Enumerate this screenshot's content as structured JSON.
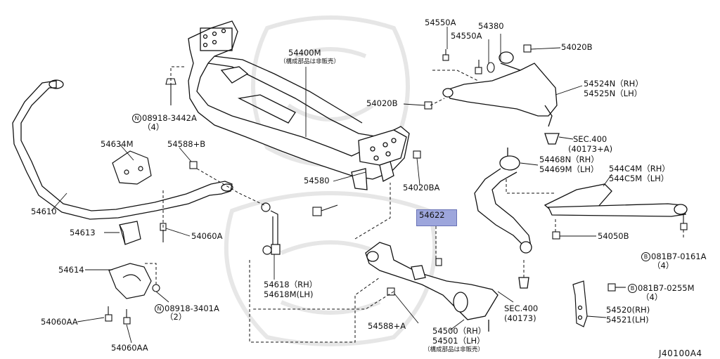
{
  "labels": {
    "p54400M": "54400M",
    "p54400M_note": "（構成部品は非販売）",
    "p54550A_a": "54550A",
    "p54550A_b": "54550A",
    "p54380": "54380",
    "p54020B_top": "54020B",
    "p54524N": "54524N（RH）",
    "p54525N": "54525N（LH）",
    "p54020B_left": "54020B",
    "sec400_top_a": "SEC.400",
    "sec400_top_b": "(40173+A)",
    "n08918_3442A_circle": "N",
    "n08918_3442A": "08918-3442A",
    "n08918_3442A_qty": "（4）",
    "p54634M": "54634M",
    "p54588B": "54588+B",
    "p54468N": "54468N（RH）",
    "p54469M": "54469M（LH）",
    "p544C4M": "544C4M（RH）",
    "p544C5M": "544C5M（LH）",
    "p54580": "54580",
    "p54020BA": "54020BA",
    "p54610": "54610",
    "p54622": "54622",
    "p54613": "54613",
    "p54060A": "54060A",
    "p54050B": "54050B",
    "b081B7_0161A_circle": "B",
    "b081B7_0161A": "081B7-0161A",
    "b081B7_0161A_qty": "（4）",
    "p54614": "54614",
    "p54618RH": "54618（RH）",
    "p54618MLH": "54618M(LH)",
    "b081B7_0255M_circle": "B",
    "b081B7_0255M": "081B7-0255M",
    "b081B7_0255M_qty": "（4）",
    "n08918_3401A_circle": "N",
    "n08918_3401A": "08918-3401A",
    "n08918_3401A_qty": "（2）",
    "sec400_bot_a": "SEC.400",
    "sec400_bot_b": "(40173)",
    "p54060AA_a": "54060AA",
    "p54588A": "54588+A",
    "p54500": "54500（RH）",
    "p54501": "54501（LH）",
    "p54500_note": "（構成部品は非販売）",
    "p54520": "54520(RH)",
    "p54521": "54521(LH)",
    "p54060AA_b": "54060AA",
    "diagram_code": "J40100A4"
  },
  "colors": {
    "line": "#111111",
    "highlight": "#9da6dc",
    "watermark": "#e6e6e6"
  }
}
